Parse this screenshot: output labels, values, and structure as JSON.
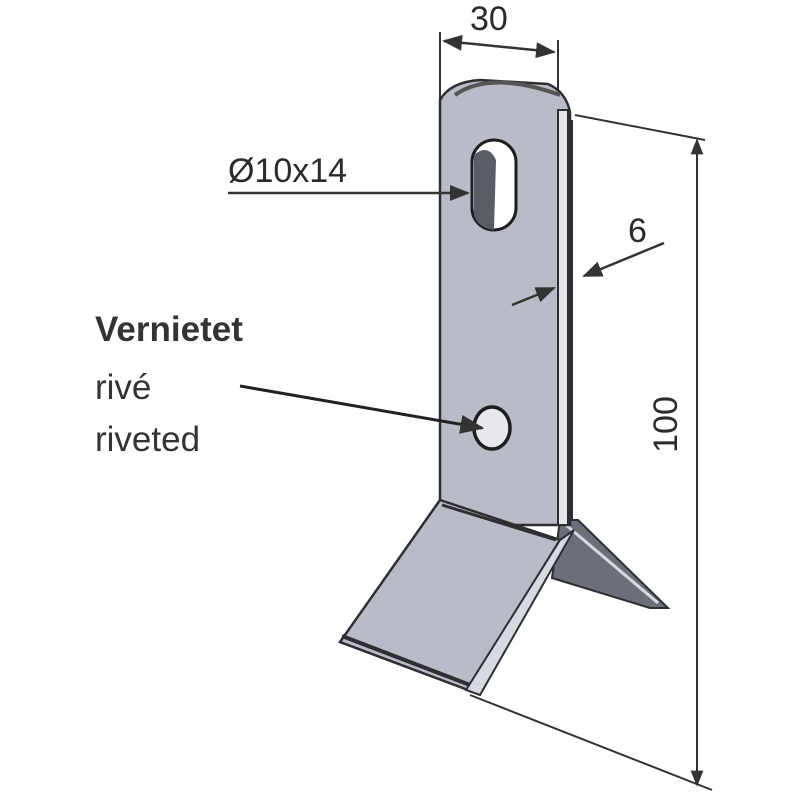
{
  "diagram": {
    "subject": "tiller blade (riveted)",
    "colors": {
      "metal": "#b9bbc6",
      "metal_dark": "#6c6e78",
      "edge": "#2e2e33",
      "line": "#333333",
      "background": "#ffffff"
    },
    "dimensions": {
      "width": "30",
      "slot": "Ø10x14",
      "thickness": "6",
      "height": "100"
    },
    "rivet_note": {
      "de": "Vernietet",
      "fr": "rivé",
      "en": "riveted"
    }
  }
}
